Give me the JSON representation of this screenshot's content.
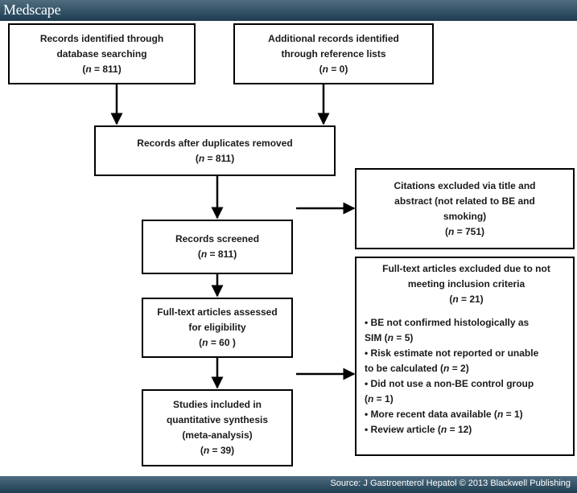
{
  "header": {
    "brand": "Medscape"
  },
  "footer": {
    "source": "Source: J Gastroenterol Hepatol © 2013 Blackwell Publishing"
  },
  "boxes": {
    "identified": {
      "line1": "Records identified through",
      "line2": "database searching",
      "n_prefix": "(",
      "n_var": "n",
      "n_value": " = 811)"
    },
    "additional": {
      "line1": "Additional records identified",
      "line2": "through reference lists",
      "n_prefix": "(",
      "n_var": "n",
      "n_value": " = 0)"
    },
    "duplicates": {
      "line1": "Records after duplicates removed",
      "n_prefix": "(",
      "n_var": "n",
      "n_value": " = 811)"
    },
    "excluded_title": {
      "line1": "Citations excluded via title and",
      "line2": "abstract (not related to BE and",
      "line3": "smoking)",
      "n_prefix": "(",
      "n_var": "n",
      "n_value": " = 751)"
    },
    "screened": {
      "line1": "Records screened",
      "n_prefix": "(",
      "n_var": "n",
      "n_value": " = 811)"
    },
    "fulltext_excluded": {
      "line1": "Full-text articles excluded due to not",
      "line2": "meeting inclusion criteria",
      "n_prefix": "(",
      "n_var": "n",
      "n_value": " = 21)",
      "bullets": [
        {
          "l1a": "• BE not confirmed histologically as",
          "l2a": "SIM (",
          "l2n": "n",
          "l2b": " = 5)"
        },
        {
          "l1a": "• Risk estimate not reported or unable",
          "l2a": "to be calculated (",
          "l2n": "n",
          "l2b": " = 2)"
        },
        {
          "l1a": "• Did not use a non-BE control group",
          "l2a": "(",
          "l2n": "n",
          "l2b": " = 1)"
        },
        {
          "l1a": "• More recent data available (",
          "l1n": "n",
          "l1b": " = 1)"
        },
        {
          "l1a": "• Review article (",
          "l1n": "n",
          "l1b": " = 12)"
        }
      ]
    },
    "assessed": {
      "line1": "Full-text articles assessed",
      "line2": "for eligibility",
      "n_prefix": "(",
      "n_var": "n",
      "n_value": " = 60 )"
    },
    "included": {
      "line1": "Studies included in",
      "line2": "quantitative synthesis",
      "line3": "(meta-analysis)",
      "n_prefix": "(",
      "n_var": "n",
      "n_value": " = 39)"
    }
  }
}
